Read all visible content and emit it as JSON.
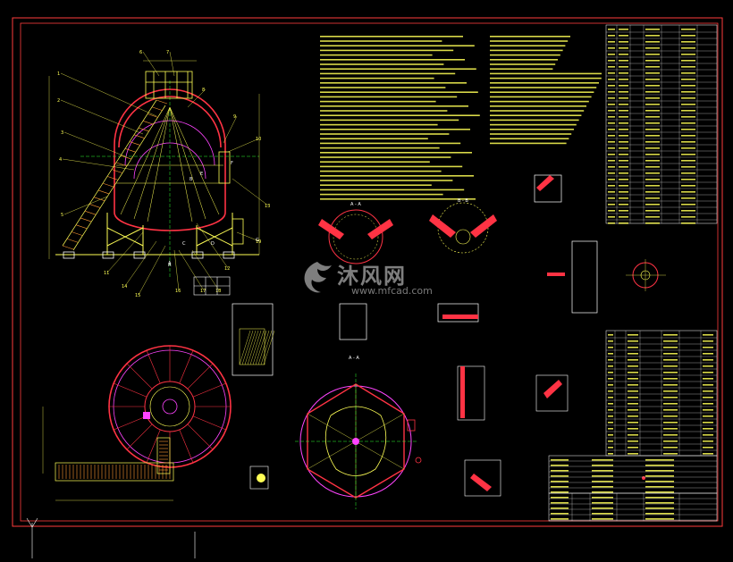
{
  "watermark": {
    "brand_cn": "沐风网",
    "url": "www.mfcad.com"
  },
  "colors": {
    "background": "#000000",
    "frame": "#ff3b3b",
    "text": "#ffff55",
    "structure": "#ff3344",
    "centerline": "#33ff33",
    "magenta": "#ff44ff",
    "white": "#ffffff",
    "cyan": "#33ffff"
  },
  "views": {
    "elevation_section": "A",
    "plan_section": "A - A",
    "detail_a": "A - A",
    "detail_b": "B - B"
  },
  "elevation_callouts": [
    "1",
    "2",
    "3",
    "4",
    "5",
    "6",
    "7",
    "8",
    "9",
    "10",
    "11",
    "12",
    "13",
    "14",
    "15",
    "16",
    "17",
    "18",
    "19"
  ],
  "section_letters": [
    "A",
    "B",
    "C",
    "D",
    "E",
    "F",
    "G"
  ]
}
